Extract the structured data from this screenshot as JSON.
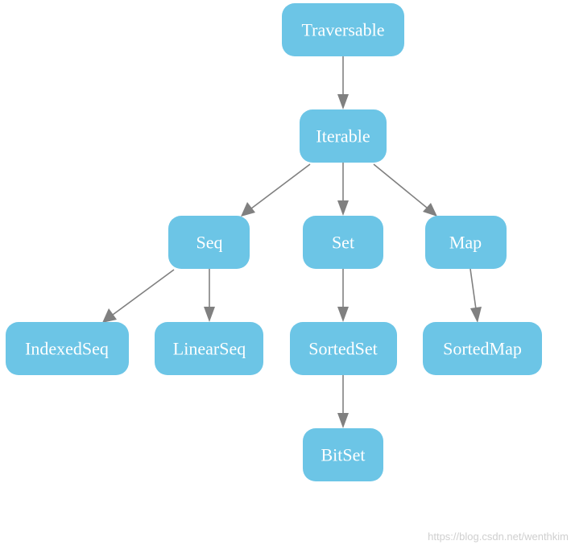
{
  "diagram": {
    "colors": {
      "node_fill": "#6cc5e6",
      "node_text": "#ffffff",
      "edge": "#808080",
      "background": "#ffffff"
    },
    "nodes": {
      "traversable": "Traversable",
      "iterable": "Iterable",
      "seq": "Seq",
      "set": "Set",
      "map": "Map",
      "indexedseq": "IndexedSeq",
      "linearseq": "LinearSeq",
      "sortedset": "SortedSet",
      "sortedmap": "SortedMap",
      "bitset": "BitSet"
    },
    "edges": [
      [
        "traversable",
        "iterable"
      ],
      [
        "iterable",
        "seq"
      ],
      [
        "iterable",
        "set"
      ],
      [
        "iterable",
        "map"
      ],
      [
        "seq",
        "indexedseq"
      ],
      [
        "seq",
        "linearseq"
      ],
      [
        "set",
        "sortedset"
      ],
      [
        "sortedset",
        "bitset"
      ],
      [
        "map",
        "sortedmap"
      ]
    ]
  },
  "watermark": "https://blog.csdn.net/wenthkim"
}
